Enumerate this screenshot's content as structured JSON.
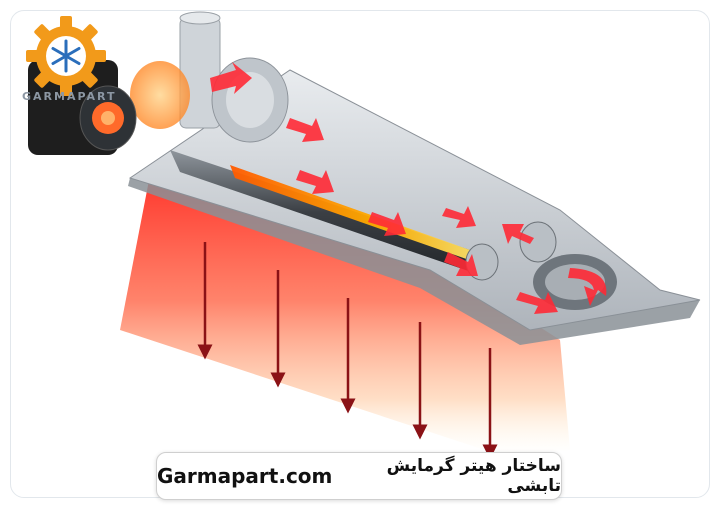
{
  "logo": {
    "brand_text": "GARMAPART",
    "icon": "gear-snowflake-logo-icon"
  },
  "caption": {
    "site": "Garmapart.com",
    "title": "ساختار هیتر گرمایش تابشی"
  },
  "diagram": {
    "subject": "radiant-tube-heater-cutaway",
    "colors": {
      "heat": "#ff2a20",
      "glow_warm": "#ffd24a",
      "arrow": "#8b1216",
      "flame": "#ffae00",
      "metal": "#c7ccd2",
      "burner": "#1e1e1e"
    }
  }
}
